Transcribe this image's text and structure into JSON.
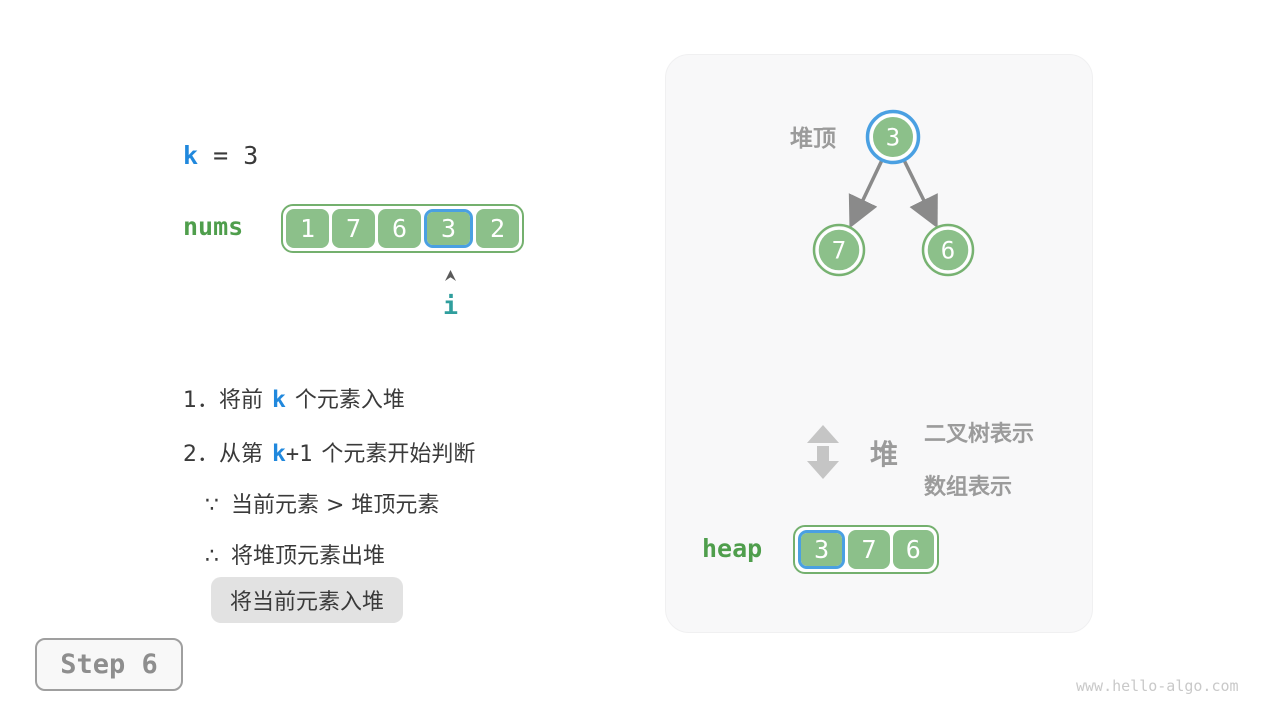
{
  "equation": {
    "k": "k",
    "rest": " = 3"
  },
  "nums": {
    "label": "nums",
    "values": [
      "1",
      "7",
      "6",
      "3",
      "2"
    ],
    "highlight_index": 3,
    "pointer": "i"
  },
  "steps": {
    "line1_pre": "1．将前",
    "line1_k": "k",
    "line1_post": "个元素入堆",
    "line2_pre": "2．从第",
    "line2_k": "k",
    "line2_suffix": "+1",
    "line2_post": "个元素开始判断",
    "line3_symbol": "∵",
    "line3_text": "当前元素 > 堆顶元素",
    "line4_symbol": "∴",
    "line4_text": "将堆顶元素出堆",
    "line5_highlighted": "将当前元素入堆"
  },
  "panel": {
    "heap_top_label": "堆顶",
    "tree": {
      "root": "3",
      "left_child": "7",
      "right_child": "6"
    },
    "legend": {
      "heap": "堆",
      "tree_repr": "二叉树表示",
      "array_repr": "数组表示"
    },
    "heap_array": {
      "label": "heap",
      "values": [
        "3",
        "7",
        "6"
      ],
      "highlight_index": 0
    }
  },
  "footer": {
    "step": "Step 6",
    "watermark": "www.hello-algo.com"
  },
  "colors": {
    "node_green": "#8cc08a",
    "border_green": "#74b06e",
    "label_green": "#4f9e4c",
    "highlight_blue": "#4aa0e2",
    "var_blue": "#2088dd",
    "pointer_teal": "#2f9e9d",
    "text_dark": "#3a3a3a",
    "label_gray": "#9b9b9b",
    "arrow_gray": "#8a8a8a",
    "panel_bg": "#f8f8f9",
    "box_bg": "#e2e2e2"
  }
}
